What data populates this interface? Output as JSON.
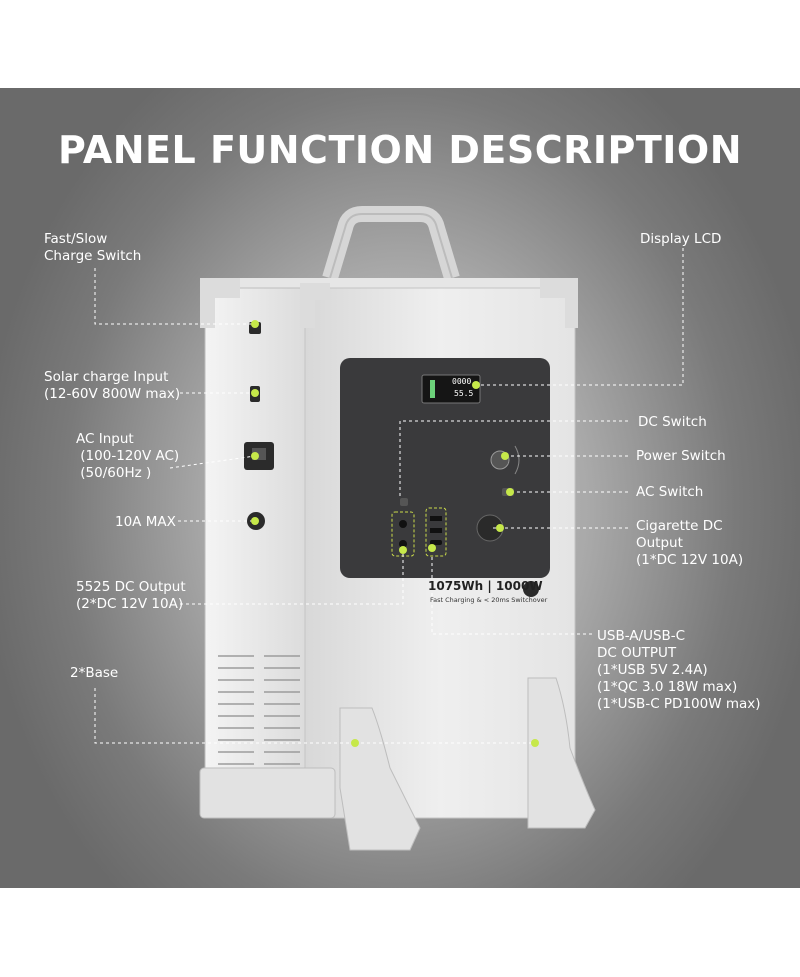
{
  "title": "PANEL FUNCTION DESCRIPTION",
  "labels": {
    "fast_slow": "Fast/Slow\nCharge Switch",
    "solar": "Solar charge Input\n(12-60V 800W max)",
    "ac_input": "AC Input\n (100-120V AC)\n (50/60Hz )",
    "ten_a_max": "10A MAX",
    "dc5525": "5525 DC Output\n(2*DC 12V 10A)",
    "base": "2*Base",
    "display_lcd": "Display LCD",
    "dc_switch": "DC Switch",
    "power_switch": "Power Switch",
    "ac_switch": "AC Switch",
    "cigarette": "Cigarette DC\nOutput\n(1*DC 12V 10A)",
    "usb": "USB-A/USB-C\nDC OUTPUT\n(1*USB 5V 2.4A)\n(1*QC 3.0 18W max)\n(1*USB-C PD100W max)"
  },
  "device": {
    "capacity_text": "1075Wh | 1000W",
    "sub_text": "Fast Charging  &  < 20ms Switchover",
    "lcd_top": "0000",
    "lcd_bottom": "55.5"
  },
  "colors": {
    "accent_dot": "#c6e84a",
    "panel": "#3a3a3c"
  }
}
